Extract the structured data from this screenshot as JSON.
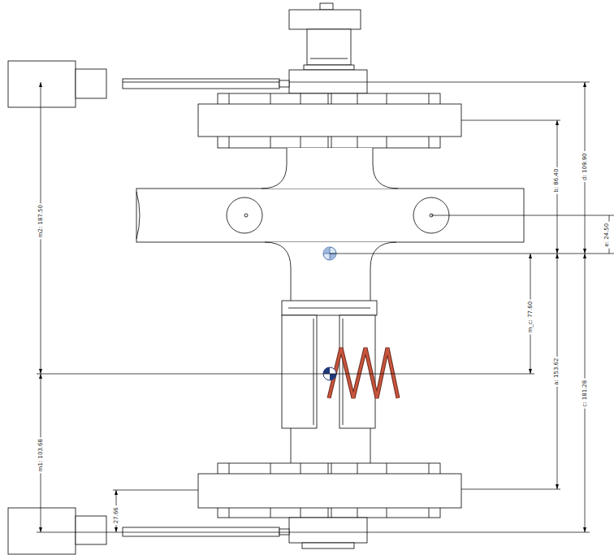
{
  "diagram": {
    "labels": [
      "m2: 187.50",
      "m1: 103.68",
      "27.66",
      "m_c: 77.60",
      "b: 86.40",
      "a: 153.62",
      "d: 109.90",
      "c: 181.28",
      "e: 24.50"
    ]
  }
}
